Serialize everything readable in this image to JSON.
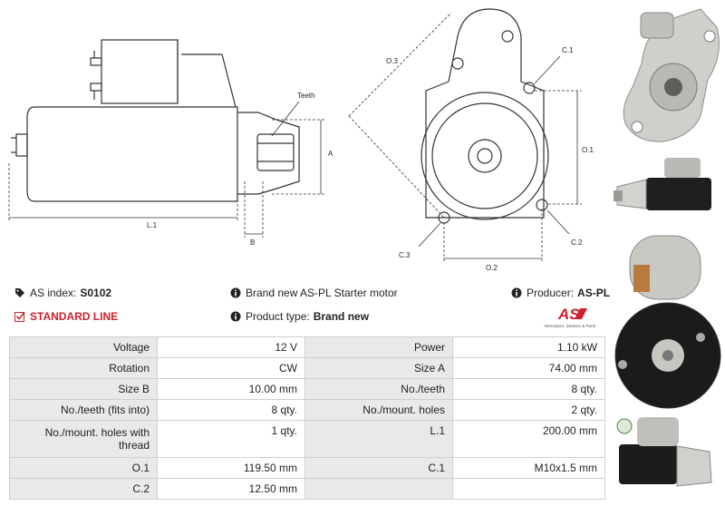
{
  "drawing": {
    "labels": {
      "teeth": "Teeth",
      "a": "A",
      "l1": "L.1",
      "b": "B",
      "o1": "O.1",
      "o2": "O.2",
      "o3": "O.3",
      "c1": "C.1",
      "c2": "C.2",
      "c3": "C.3"
    }
  },
  "info": {
    "as_index_label": "AS index:",
    "as_index_value": "S0102",
    "standard_line": "STANDARD LINE",
    "description": "Brand new AS-PL Starter motor",
    "product_type_label": "Product type:",
    "product_type_value": "Brand new",
    "producer_label": "Producer:",
    "producer_value": "AS-PL",
    "logo_text": "AS",
    "logo_tagline": "Alternators, Starters & Parts"
  },
  "specs": {
    "rows": [
      {
        "l1": "Voltage",
        "v1": "12 V",
        "l2": "Power",
        "v2": "1.10 kW"
      },
      {
        "l1": "Rotation",
        "v1": "CW",
        "l2": "Size A",
        "v2": "74.00 mm"
      },
      {
        "l1": "Size B",
        "v1": "10.00 mm",
        "l2": "No./teeth",
        "v2": "8 qty."
      },
      {
        "l1": "No./teeth (fits into)",
        "v1": "8 qty.",
        "l2": "No./mount. holes",
        "v2": "2 qty."
      },
      {
        "l1": "No./mount. holes with thread",
        "v1": "1 qty.",
        "l2": "L.1",
        "v2": "200.00 mm"
      },
      {
        "l1": "O.1",
        "v1": "119.50 mm",
        "l2": "C.1",
        "v2": "M10x1.5 mm"
      },
      {
        "l1": "C.2",
        "v1": "12.50 mm",
        "l2": "",
        "v2": ""
      }
    ]
  },
  "colors": {
    "accent": "#d0202a",
    "label_bg": "#e9e9e9",
    "border": "#cfcfcf"
  }
}
